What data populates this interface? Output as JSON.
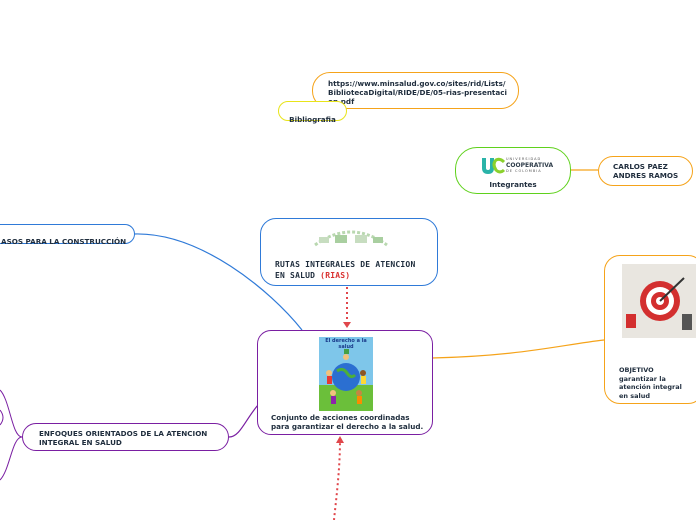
{
  "central": {
    "image_caption": "El derecho a la salud",
    "text": "Conjunto de acciones coordinadas para garantizar el derecho a la salud."
  },
  "rias": {
    "title_main": "RUTAS INTEGRALES DE ATENCION  EN SALUD",
    "title_acronym": "(RIAS)"
  },
  "bibliografia": {
    "label": "Bibliografia",
    "url": "https://www.minsalud.gov.co/sites/rid/Lists/BibliotecaDigital/RIDE/DE/05-rias-presentacion.pdf"
  },
  "integrantes": {
    "logo_line1": "UNIVERSIDAD",
    "logo_line2": "COOPERATIVA",
    "logo_line3": "DE COLOMBIA",
    "label": "Integrantes",
    "member": "CARLOS PAEZ ANDRES RAMOS"
  },
  "objetivo": {
    "text": "OBJETIVO garantizar la atención integral en salud"
  },
  "pasos": {
    "label": "ASOS PARA LA CONSTRUCCIÓN"
  },
  "enfoques": {
    "label": "ENFOQUES ORIENTADOS DE LA ATENCION INTEGRAL EN SALUD"
  },
  "colors": {
    "purple": "#7a1fa2",
    "blue": "#2f7ad8",
    "orange": "#f5a31a",
    "yellow": "#e8e41a",
    "green": "#5fd11c",
    "red_dotted": "#e0464b",
    "acronym_red": "#d9302f"
  }
}
